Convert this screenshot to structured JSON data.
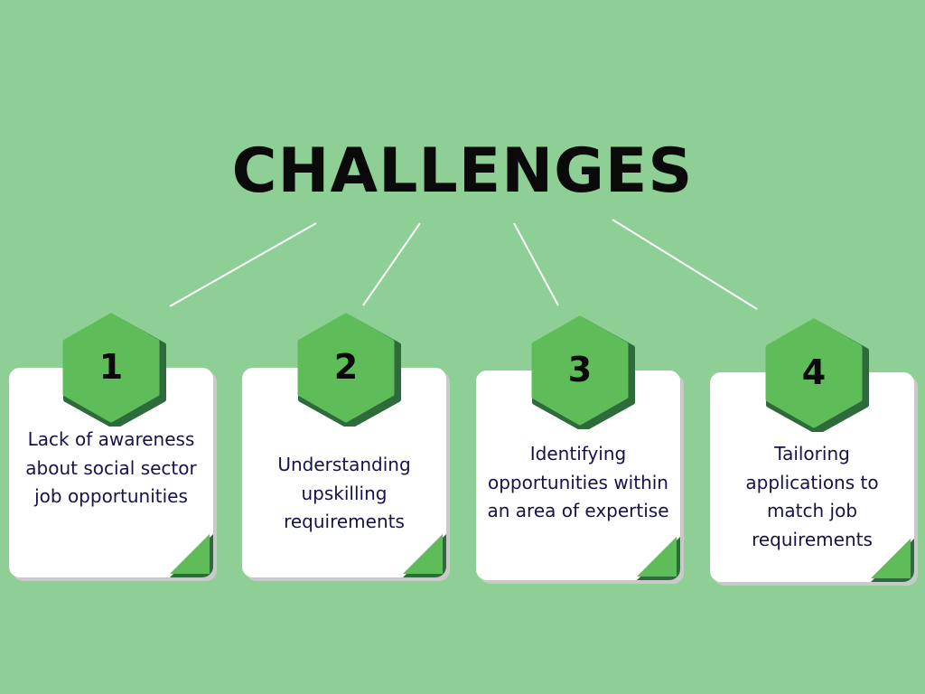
{
  "title": "CHALLENGES",
  "colors": {
    "background": "#8ecf96",
    "hex": "#5ebd59",
    "hex_shadow": "#2e6b3a",
    "text": "#14134a"
  },
  "challenges": [
    {
      "number": "1",
      "text": "Lack of awareness about social sector job opportunities"
    },
    {
      "number": "2",
      "text": "Understanding upskilling requirements"
    },
    {
      "number": "3",
      "text": "Identifying opportunities within an area of expertise"
    },
    {
      "number": "4",
      "text": "Tailoring applications to match job requirements"
    }
  ]
}
